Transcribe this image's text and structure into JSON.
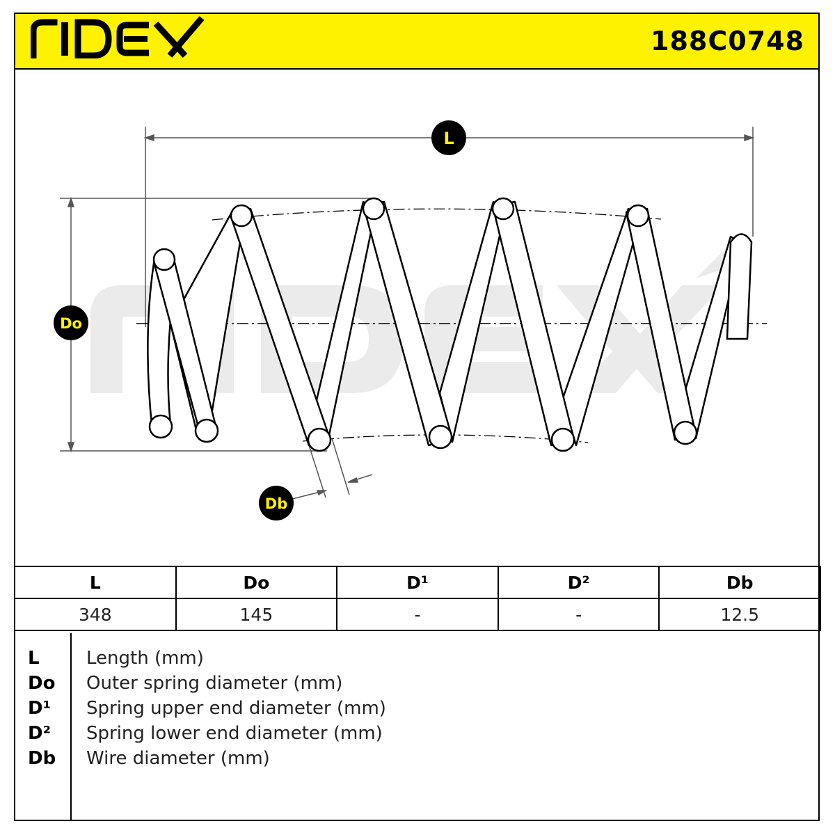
{
  "brand": "RIDEX",
  "part_number": "188C0748",
  "colors": {
    "accent": "#FFF200",
    "ink": "#000000",
    "watermark": "#EBEBEB"
  },
  "diagram": {
    "labels": {
      "length": "L",
      "outer_diameter": "Do",
      "wire_diameter": "Db"
    },
    "watermark": "RIDEX"
  },
  "table": {
    "headers": [
      "L",
      "Do",
      "D¹",
      "D²",
      "Db"
    ],
    "values": [
      "348",
      "145",
      "-",
      "-",
      "12.5"
    ]
  },
  "legend": [
    {
      "key": "L",
      "desc": "Length (mm)"
    },
    {
      "key": "Do",
      "desc": "Outer spring diameter (mm)"
    },
    {
      "key": "D¹",
      "desc": "Spring upper end diameter (mm)"
    },
    {
      "key": "D²",
      "desc": "Spring lower end diameter (mm)"
    },
    {
      "key": "Db",
      "desc": "Wire diameter (mm)"
    }
  ]
}
